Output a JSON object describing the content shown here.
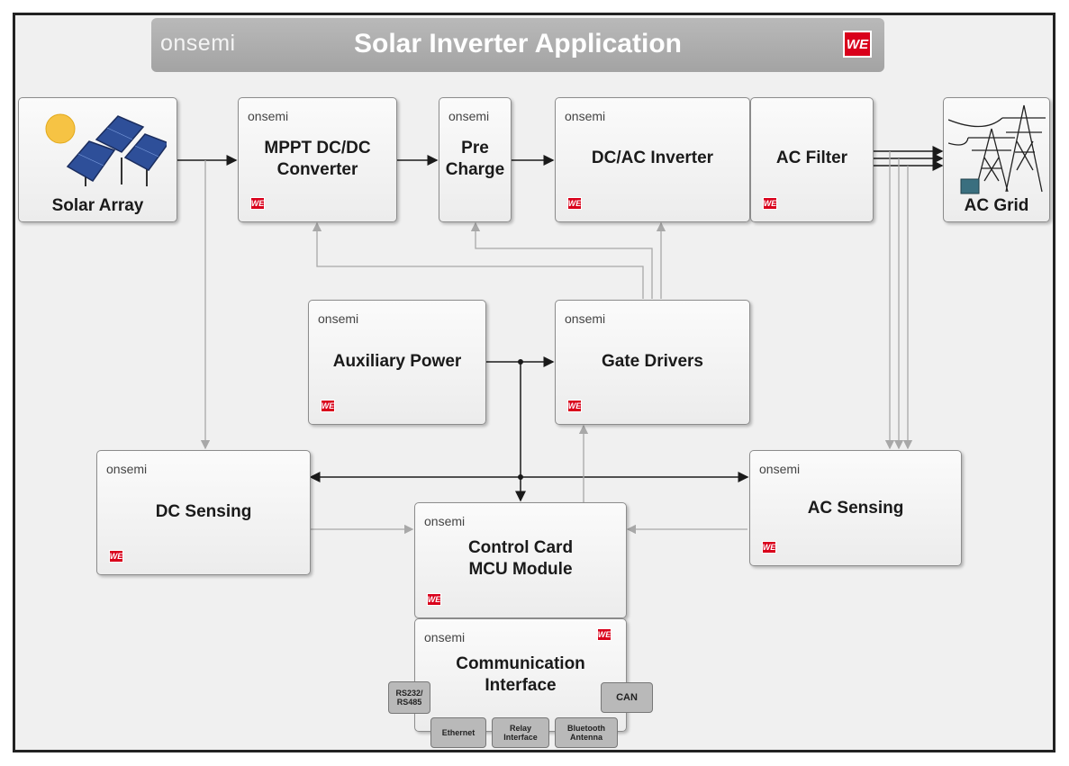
{
  "header": {
    "brand": "onsemi",
    "title": "Solar Inverter Application",
    "badge": "WE"
  },
  "brand_logo": "onsemi",
  "badge_text": "WE",
  "blocks": {
    "solar_array": "Solar Array",
    "mppt": [
      "MPPT DC/DC",
      "Converter"
    ],
    "pre_charge": [
      "Pre",
      "Charge"
    ],
    "dc_ac_inverter": "DC/AC Inverter",
    "ac_filter": "AC Filter",
    "ac_grid": "AC Grid",
    "auxiliary_power": "Auxiliary Power",
    "gate_drivers": "Gate Drivers",
    "dc_sensing": "DC Sensing",
    "ac_sensing": "AC Sensing",
    "control_card": [
      "Control Card",
      "MCU Module"
    ],
    "communication": [
      "Communication",
      "Interface"
    ]
  },
  "interfaces": {
    "rs": [
      "RS232/",
      "RS485"
    ],
    "can": "CAN",
    "ethernet": "Ethernet",
    "relay": [
      "Relay",
      "Interface"
    ],
    "bluetooth": [
      "Bluetooth",
      "Antenna"
    ]
  },
  "colors": {
    "accent_red": "#d9001b",
    "wire_dark": "#1a1a1a",
    "wire_light": "#a8a8a8",
    "background": "#f0f0f0"
  },
  "icons": {
    "solar": "solar-panels-icon",
    "grid": "power-tower-icon"
  }
}
